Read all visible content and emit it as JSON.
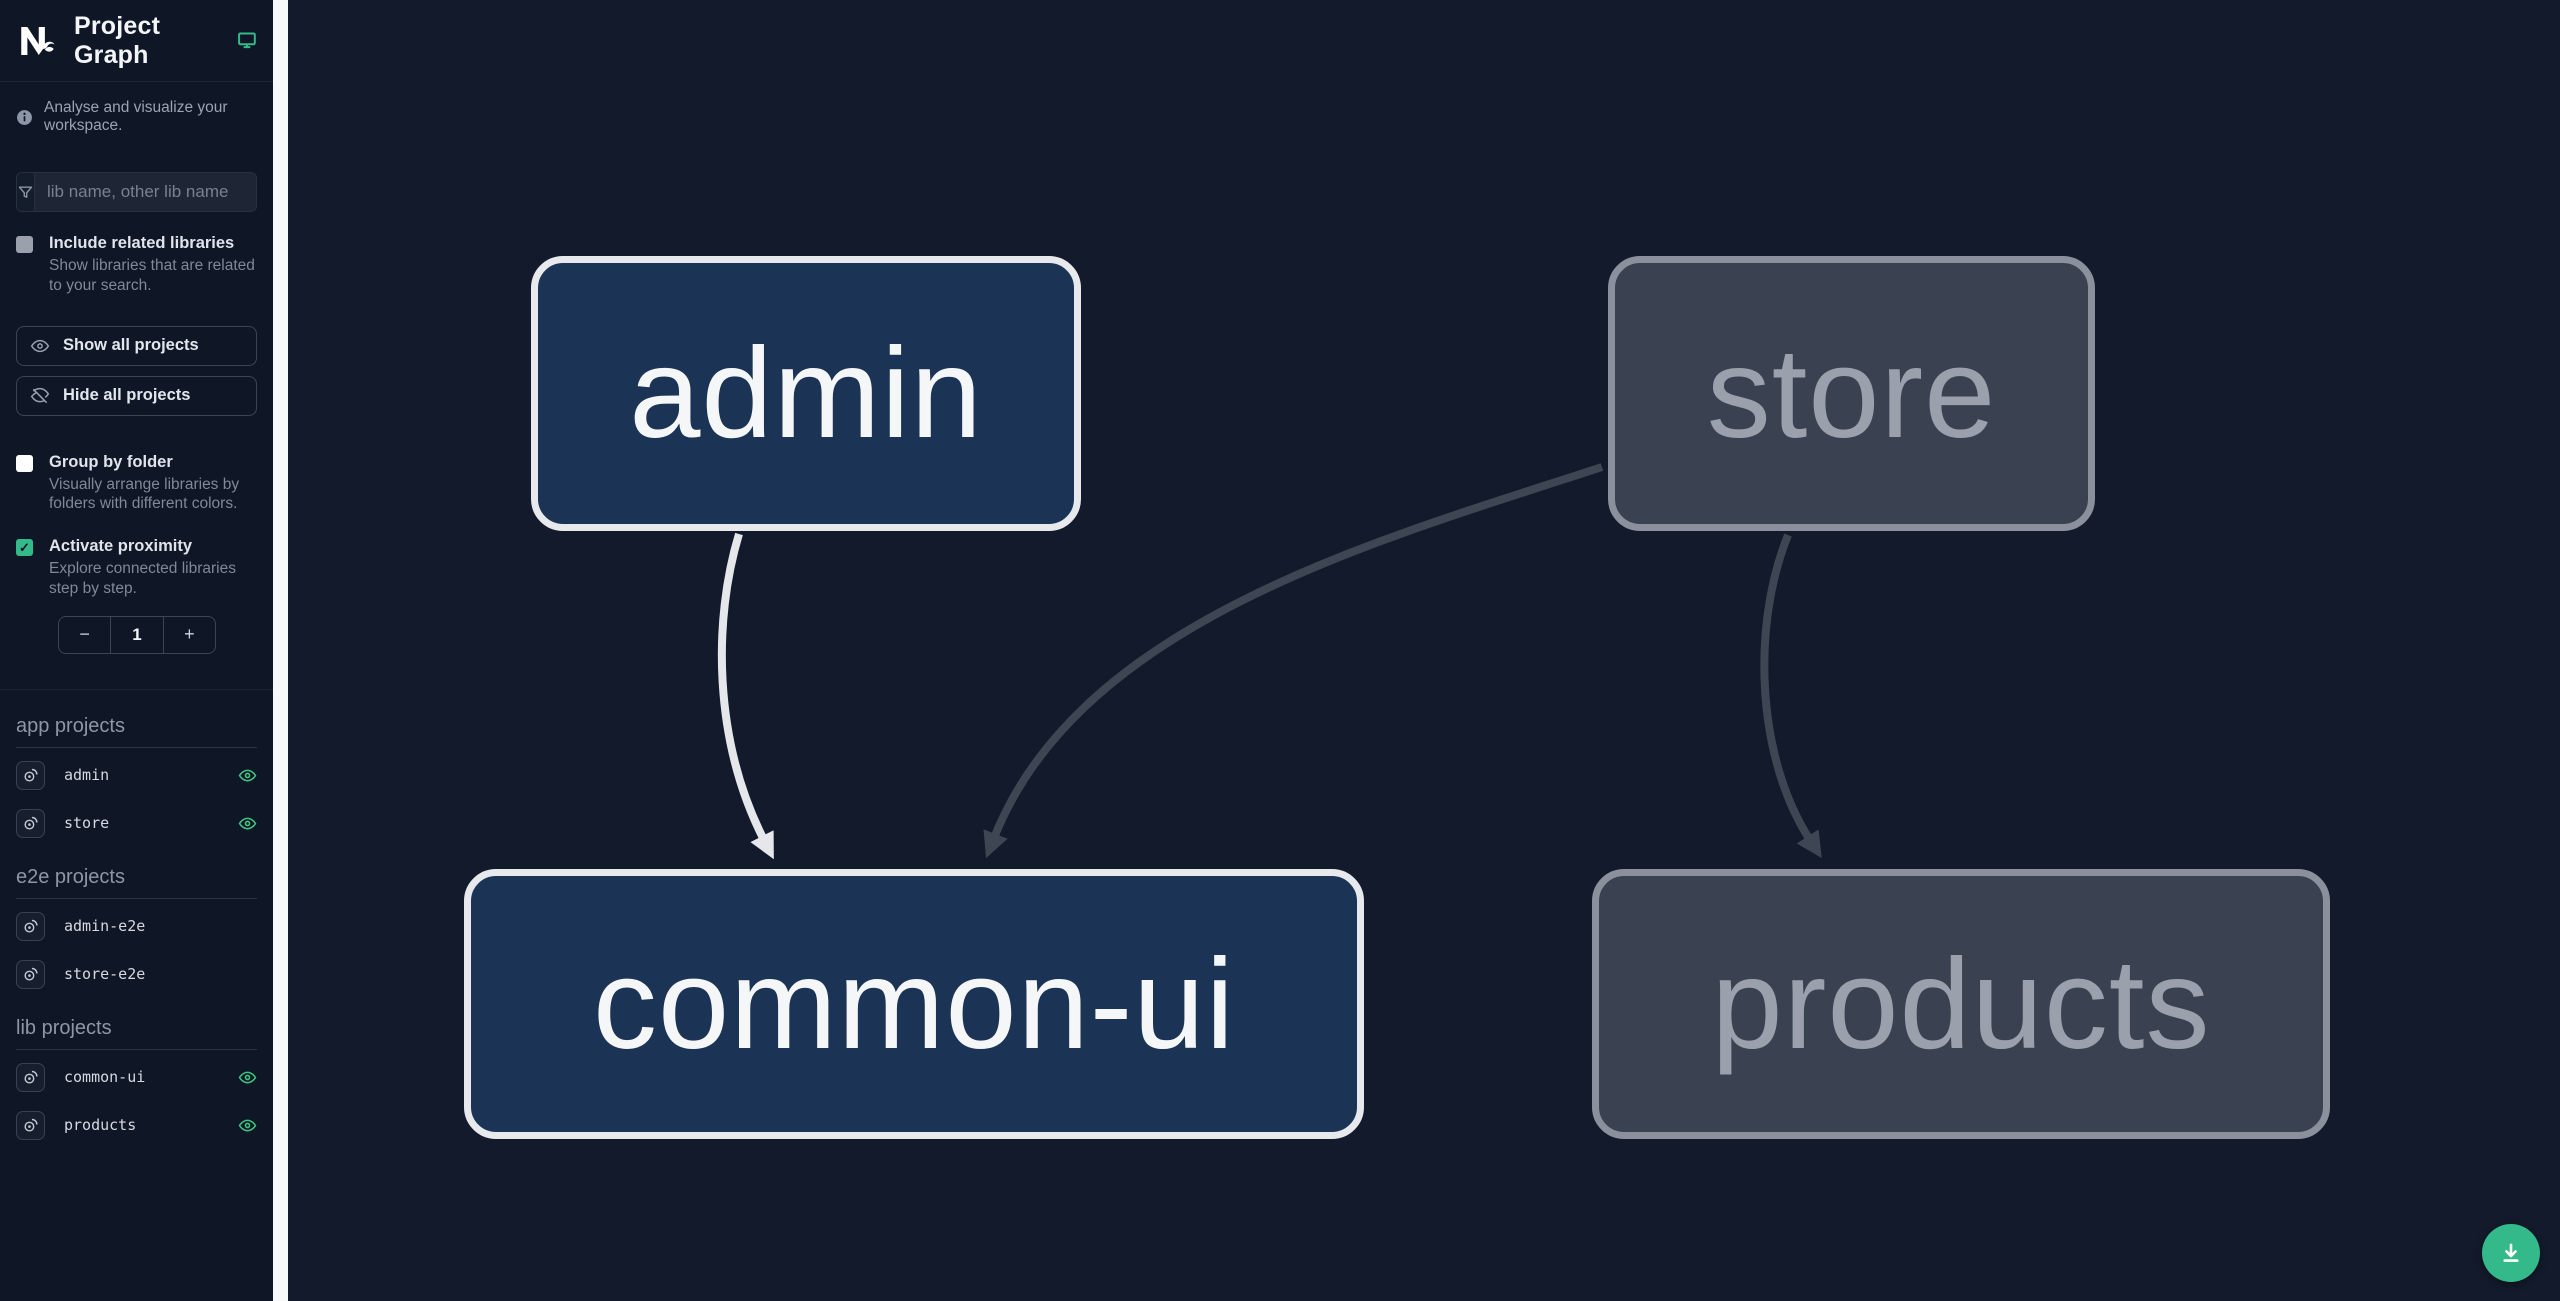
{
  "app_title": "Project Graph",
  "sidebar": {
    "tagline": "Analyse and visualize your workspace.",
    "search": {
      "placeholder": "lib name, other lib name",
      "value": ""
    },
    "options": [
      {
        "label": "Include related libraries",
        "description": "Show libraries that are related to your search.",
        "checked": false
      },
      {
        "label": "Group by folder",
        "description": "Visually arrange libraries by folders with different colors.",
        "checked": false
      },
      {
        "label": "Activate proximity",
        "description": "Explore connected libraries step by step.",
        "checked": true
      }
    ],
    "actions": {
      "show_all": "Show all projects",
      "hide_all": "Hide all projects"
    },
    "proximity": {
      "decrement": "−",
      "value": "1",
      "increment": "+"
    },
    "sections": [
      {
        "title": "app projects",
        "items": [
          {
            "name": "admin",
            "rendered": true
          },
          {
            "name": "store",
            "rendered": true
          }
        ]
      },
      {
        "title": "e2e projects",
        "items": [
          {
            "name": "admin-e2e",
            "rendered": false
          },
          {
            "name": "store-e2e",
            "rendered": false
          }
        ]
      },
      {
        "title": "lib projects",
        "items": [
          {
            "name": "common-ui",
            "rendered": true
          },
          {
            "name": "products",
            "rendered": true
          }
        ]
      }
    ]
  },
  "graph": {
    "nodes": [
      {
        "id": "admin",
        "label": "admin",
        "state": "focused"
      },
      {
        "id": "store",
        "label": "store",
        "state": "dimmed"
      },
      {
        "id": "common-ui",
        "label": "common-ui",
        "state": "focused"
      },
      {
        "id": "products",
        "label": "products",
        "state": "dimmed"
      }
    ],
    "edges": [
      {
        "source": "admin",
        "target": "common-ui",
        "state": "focused"
      },
      {
        "source": "store",
        "target": "common-ui",
        "state": "dimmed"
      },
      {
        "source": "store",
        "target": "products",
        "state": "dimmed"
      }
    ]
  },
  "fab": {
    "action": "download-graph-image"
  },
  "colors": {
    "sidebar_bg": "#0f1625",
    "canvas_bg": "#131a2b",
    "accent_green": "#33b98a",
    "node_focused_fill": "#1b3354",
    "node_focused_border": "#e7e9ec",
    "node_dimmed_fill": "#3a4150",
    "node_dimmed_border": "#8a919c",
    "edge_focused": "#e5e7eb",
    "edge_dimmed": "#3e4654",
    "gutter": "#f7f8f8"
  }
}
